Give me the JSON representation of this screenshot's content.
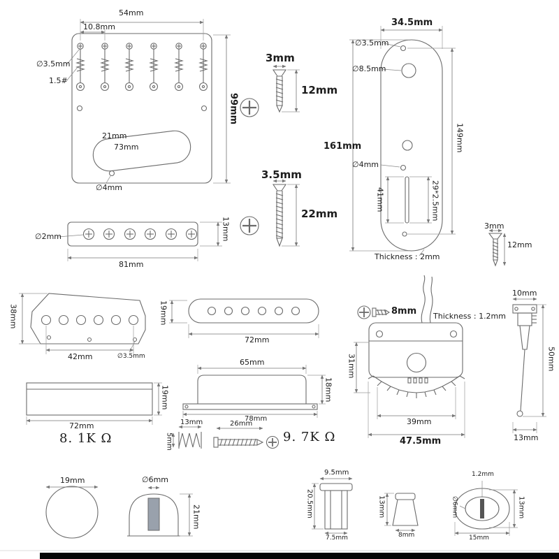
{
  "bridge": {
    "string_spread": "54mm",
    "saddle_pitch": "10.8mm",
    "screw_dia": "∅3.5mm",
    "screw_size": "1.5#",
    "plate_length": "99mm",
    "slot_width": "21mm",
    "slot_length": "73mm",
    "hole_dia": "∅4mm"
  },
  "screw_a": {
    "dia": "3mm",
    "length": "12mm"
  },
  "screw_b": {
    "dia": "3.5mm",
    "length": "22mm"
  },
  "control_plate": {
    "width": "34.5mm",
    "screw_hole": "∅3.5mm",
    "pot_hole": "∅8.5mm",
    "length": "161mm",
    "hole_span": "149mm",
    "mid_hole": "∅4mm",
    "slot_offset": "41mm",
    "slot_size": "29*2.5mm",
    "thickness": "Thickness : 2mm"
  },
  "screw_c": {
    "dia": "3mm",
    "length": "12mm"
  },
  "ferrule_block": {
    "hole_dia": "∅2mm",
    "width": "81mm",
    "height": "13mm"
  },
  "bridge_pickup": {
    "height": "38mm",
    "pole_span": "42mm",
    "hole_dia": "∅3.5mm"
  },
  "neck_pickup": {
    "height": "19mm",
    "width": "72mm"
  },
  "switch": {
    "screw_length": "8mm",
    "thickness": "Thickness : 1.2mm",
    "body_height": "31mm",
    "contact_width": "39mm",
    "total_width": "47.5mm"
  },
  "switch_side": {
    "depth": "10mm",
    "height": "50mm",
    "width": "13mm"
  },
  "bridge_pickup_side": {
    "height": "19mm",
    "width": "72mm",
    "resistance": "8. 1K Ω"
  },
  "neck_pickup_side": {
    "cover_width": "65mm",
    "height": "18mm",
    "base_width": "78mm",
    "resistance": "9. 7K Ω"
  },
  "spring": {
    "length": "13mm",
    "dia": "5mm"
  },
  "pole_screw": {
    "length": "26mm"
  },
  "knob_round": {
    "dia": "19mm"
  },
  "knob_dome": {
    "hole_dia": "∅6mm",
    "height": "21mm"
  },
  "bushing_a": {
    "top_dia": "9.5mm",
    "height": "20.5mm",
    "body_dia": "7.5mm"
  },
  "bushing_b": {
    "height": "13mm",
    "body_dia": "8mm"
  },
  "knob_oval": {
    "slot_width": "1.2mm",
    "inner_dia": "∅6mm",
    "height": "13mm",
    "width": "15mm"
  }
}
